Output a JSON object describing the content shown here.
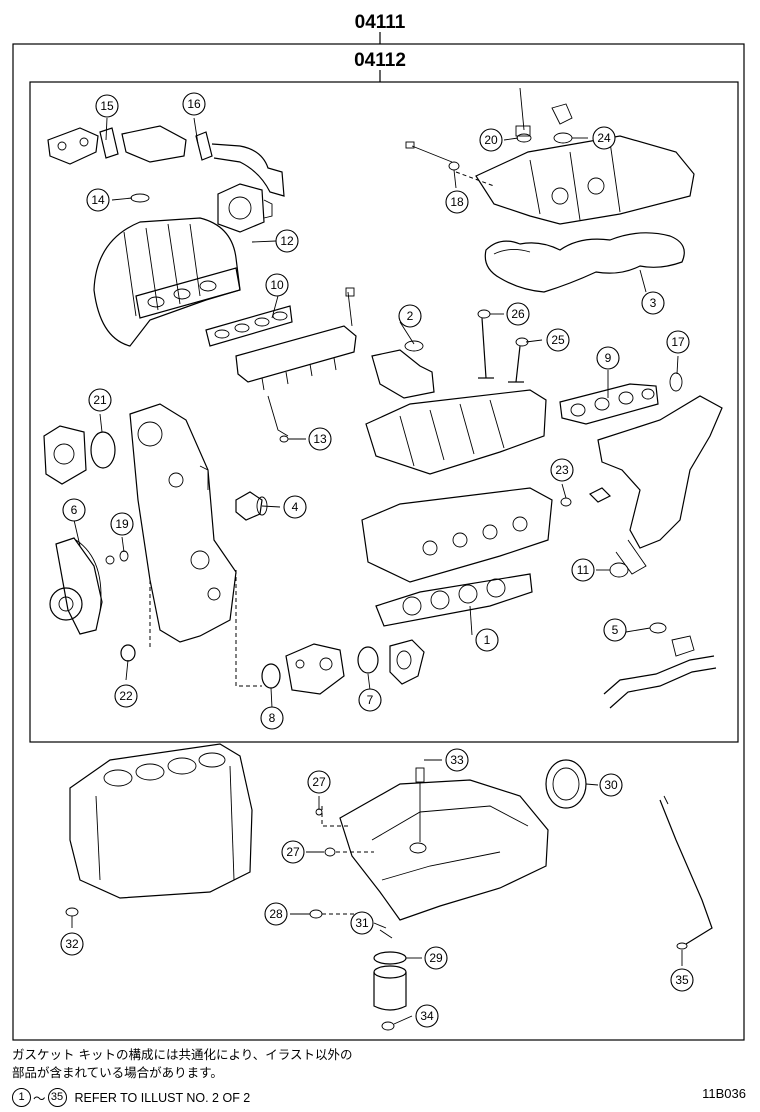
{
  "header": {
    "kit_code": "04111",
    "subkit_code": "04112"
  },
  "callouts": [
    {
      "num": "1"
    },
    {
      "num": "2"
    },
    {
      "num": "3"
    },
    {
      "num": "4"
    },
    {
      "num": "5"
    },
    {
      "num": "6"
    },
    {
      "num": "7"
    },
    {
      "num": "8"
    },
    {
      "num": "9"
    },
    {
      "num": "10"
    },
    {
      "num": "11"
    },
    {
      "num": "12"
    },
    {
      "num": "13"
    },
    {
      "num": "14"
    },
    {
      "num": "15"
    },
    {
      "num": "16"
    },
    {
      "num": "17"
    },
    {
      "num": "18"
    },
    {
      "num": "19"
    },
    {
      "num": "20"
    },
    {
      "num": "21"
    },
    {
      "num": "22"
    },
    {
      "num": "23"
    },
    {
      "num": "24"
    },
    {
      "num": "25"
    },
    {
      "num": "26"
    },
    {
      "num": "27"
    },
    {
      "num": "27"
    },
    {
      "num": "28"
    },
    {
      "num": "29"
    },
    {
      "num": "30"
    },
    {
      "num": "31"
    },
    {
      "num": "32"
    },
    {
      "num": "33"
    },
    {
      "num": "34"
    },
    {
      "num": "35"
    }
  ],
  "footer": {
    "note_line1": "ガスケット キットの構成には共通化により、イラスト以外の",
    "note_line2": "部品が含まれている場合があります。",
    "refer_from": "1",
    "refer_sep": "〜",
    "refer_to": "35",
    "refer_text": "REFER TO ILLUST NO. 2 OF 2",
    "figure_id": "11B036"
  }
}
